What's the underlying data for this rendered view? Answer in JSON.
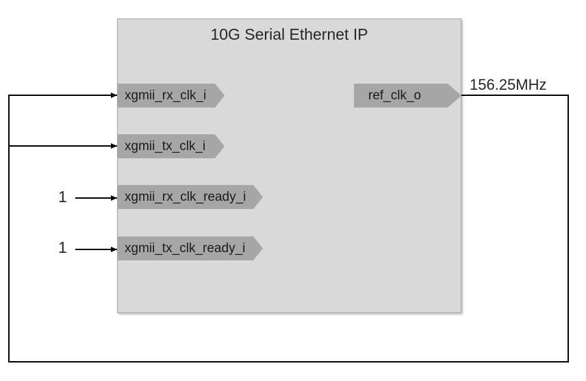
{
  "block": {
    "title": "10G Serial Ethernet IP"
  },
  "ports": {
    "inputs": [
      {
        "label": "xgmii_rx_clk_i"
      },
      {
        "label": "xgmii_tx_clk_i"
      },
      {
        "label": "xgmii_rx_clk_ready_i"
      },
      {
        "label": "xgmii_tx_clk_ready_i"
      }
    ],
    "outputs": [
      {
        "label": "ref_clk_o"
      }
    ]
  },
  "signals": {
    "ref_clk_frequency": "156.25MHz",
    "rx_clk_ready_value": "1",
    "tx_clk_ready_value": "1"
  },
  "colors": {
    "block_fill": "#d9d9d9",
    "port_fill": "#a6a6a6",
    "wire": "#000000"
  }
}
